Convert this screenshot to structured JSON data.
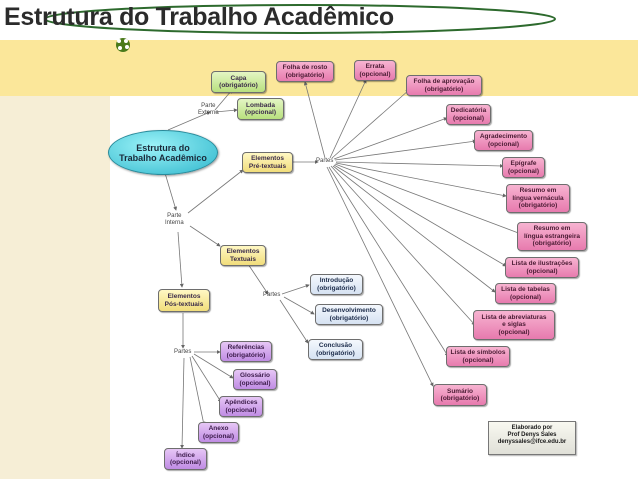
{
  "slide": {
    "title": "Estrutura do Trabalho Acadêmico",
    "colors": {
      "pink_nodes": "#e77aae",
      "green_nodes": "#b8e07e",
      "yellow_nodes": "#f1dd7b",
      "purple_nodes": "#c08ce4",
      "blue_nodes": "#d6e2f2",
      "central_node": "#2fb6cc"
    }
  },
  "diagram": {
    "central": "Estrutura do\nTrabalho Acadêmico",
    "link_labels": {
      "parte_externa": "Parte\nExterna",
      "parte_interna": "Parte\nInterna",
      "partes_pre": "Partes",
      "partes_textuais": "Partes",
      "partes_pos": "Partes"
    },
    "externa": {
      "capa": "Capa\n(obrigatório)",
      "lombada": "Lombada\n(opcional)"
    },
    "groups": {
      "pre_textuais": "Elementos\nPré-textuais",
      "textuais": "Elementos\nTextuais",
      "pos_textuais": "Elementos\nPós-textuais"
    },
    "pre_textuais": [
      "Folha de rosto\n(obrigatório)",
      "Errata\n(opcional)",
      "Folha de aprovação\n(obrigatório)",
      "Dedicatória\n(opcional)",
      "Agradecimento\n(opcional)",
      "Epígrafe\n(opcional)",
      "Resumo em\nlíngua vernácula\n(obrigatório)",
      "Resumo em\nlíngua estrangeira\n(obrigatório)",
      "Lista de ilustrações\n(opcional)",
      "Lista de tabelas\n(opcional)",
      "Lista de abreviaturas\ne siglas\n(opcional)",
      "Lista de símbolos\n(opcional)",
      "Sumário\n(obrigatório)"
    ],
    "textuais": [
      "Introdução\n(obrigatório)",
      "Desenvolvimento\n(obrigatório)",
      "Conclusão\n(obrigatório)"
    ],
    "pos_textuais": [
      "Referências\n(obrigatório)",
      "Glossário\n(opcional)",
      "Apêndices\n(opcional)",
      "Anexo\n(opcional)",
      "Índice\n(opcional)"
    ],
    "credit": "Elaborado por\nProf Denys Sales\ndenyssales@ifce.edu.br"
  }
}
